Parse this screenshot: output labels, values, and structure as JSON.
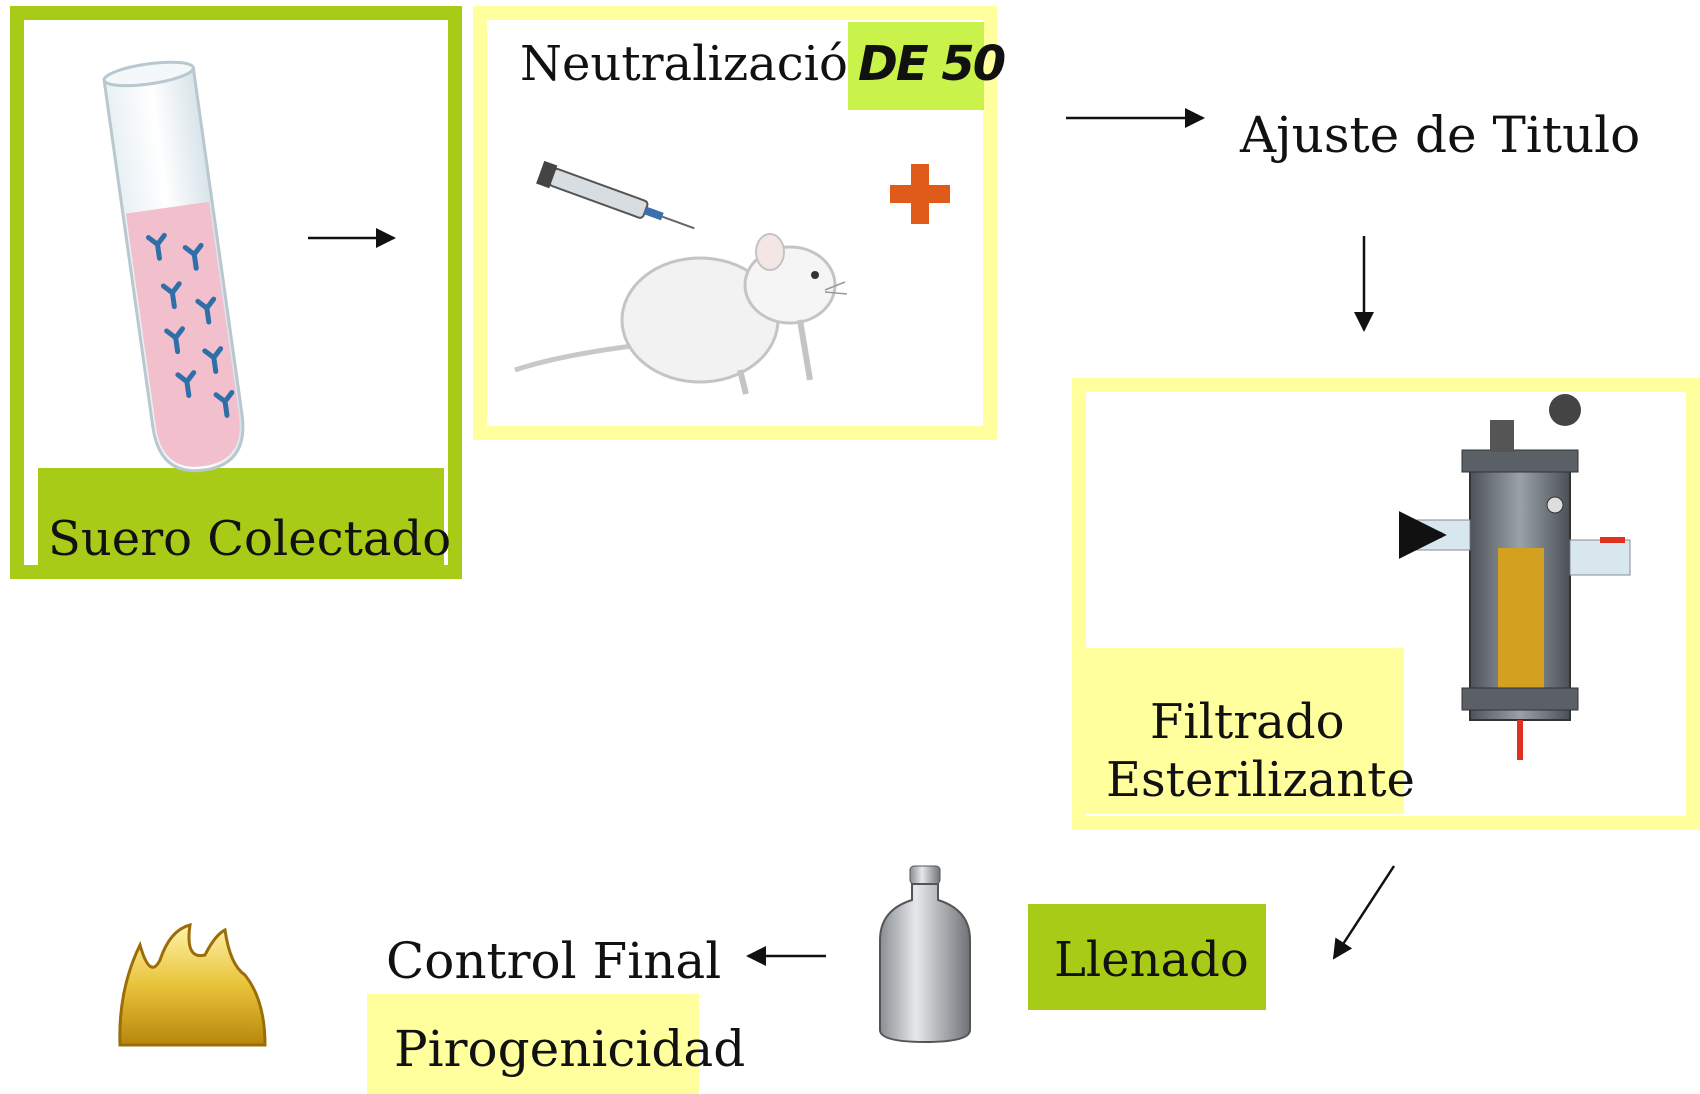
{
  "nodes": {
    "suero": {
      "label": "Suero Colectado"
    },
    "neutralizacion": {
      "label": "Neutralización",
      "badge": "DE 50"
    },
    "ajuste": {
      "label": "Ajuste de Titulo"
    },
    "filtrado": {
      "line1": "Filtrado",
      "line2": "Esterilizante"
    },
    "llenado": {
      "label": "Llenado"
    },
    "control": {
      "label": "Control Final",
      "sub": "Pirogenicidad"
    }
  },
  "colors": {
    "green": "#a8cb18",
    "light_green": "#c9f24a",
    "yellow": "#ffff9e",
    "orange_plus": "#e05a1a",
    "liquid": "#f2c0cc",
    "antibody": "#2f6fa8"
  },
  "icons": [
    "test-tube-icon",
    "syringe-icon",
    "rat-icon",
    "plus-icon",
    "filter-housing-icon",
    "bottle-icon",
    "flame-icon"
  ]
}
